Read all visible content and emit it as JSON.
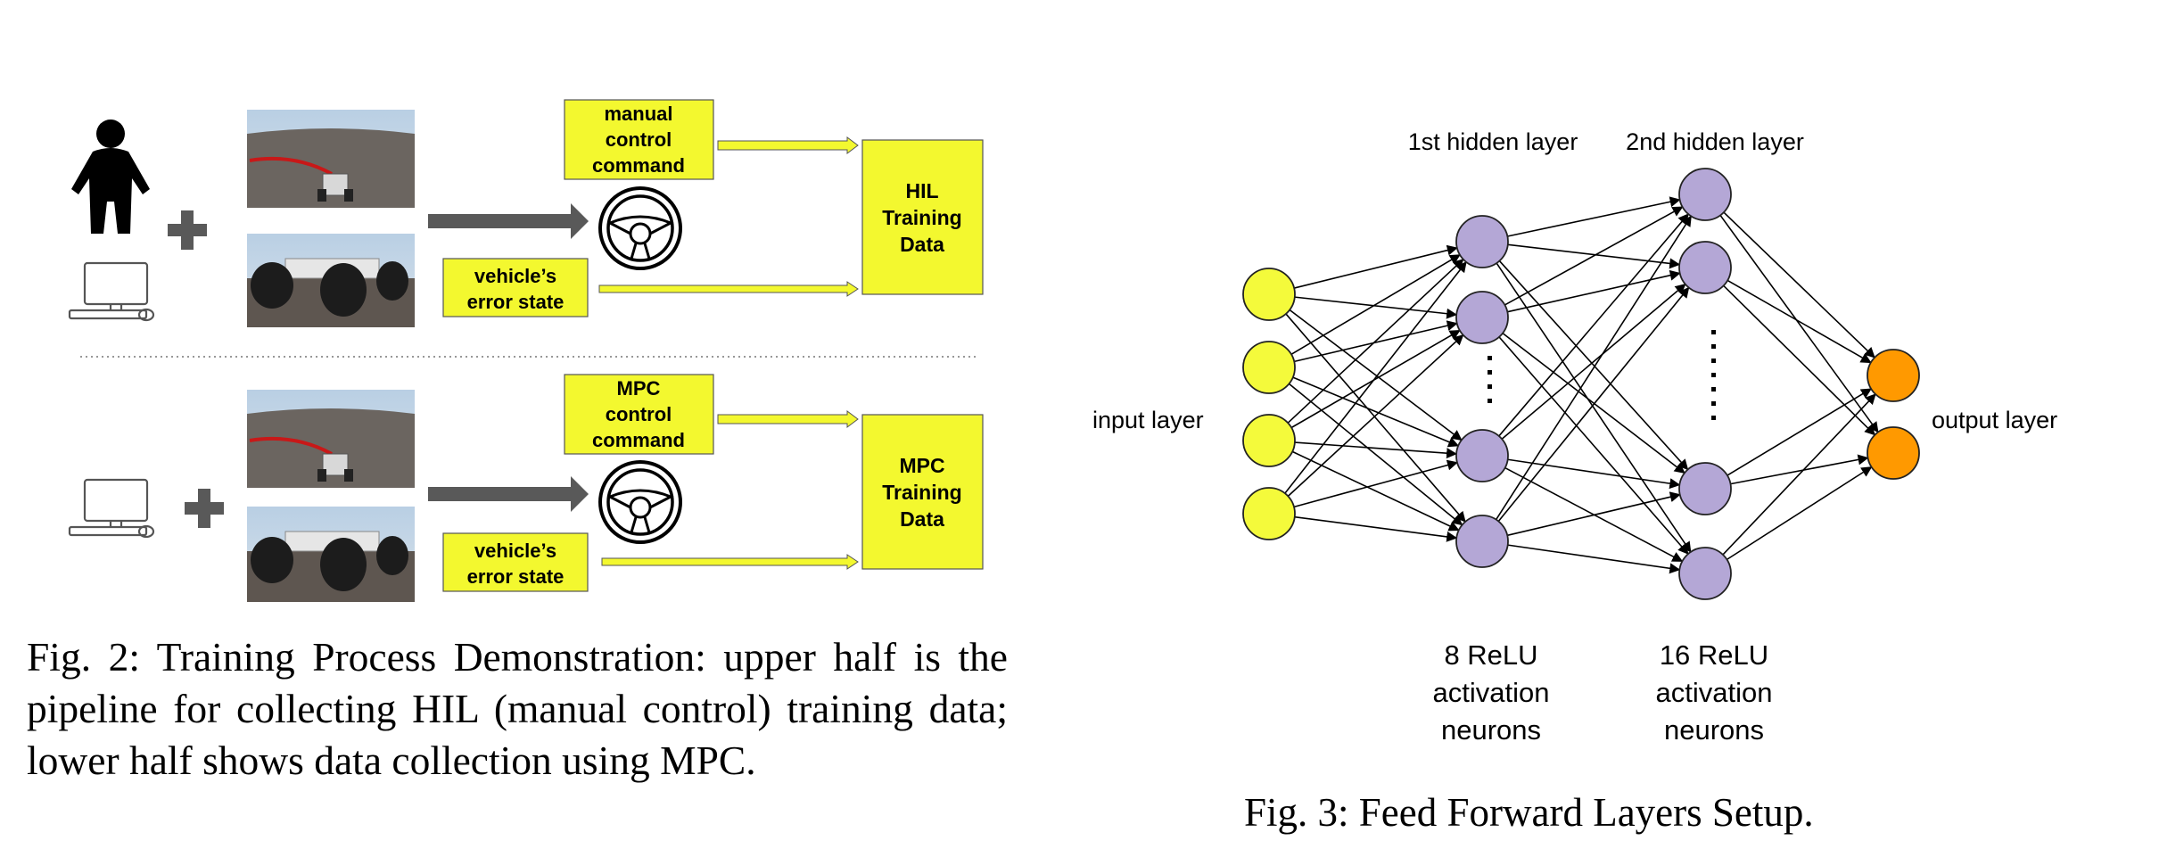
{
  "fig2": {
    "top": {
      "command_box": [
        "manual",
        "control",
        "command"
      ],
      "error_box": [
        "vehicle’s",
        "error state"
      ],
      "data_box": [
        "HIL",
        "Training",
        "Data"
      ]
    },
    "bottom": {
      "command_box": [
        "MPC",
        "control",
        "command"
      ],
      "error_box": [
        "vehicle’s",
        "error state"
      ],
      "data_box": [
        "MPC",
        "Training",
        "Data"
      ]
    },
    "icons": [
      "person-icon",
      "computer-icon",
      "plus-icon",
      "steering-wheel-icon",
      "road-view-image",
      "vehicle-image"
    ],
    "colors": {
      "box_fill": "#f3f82f",
      "arrow": "#595959"
    },
    "caption": "Fig. 2: Training Process Demonstration: upper half is the pipeline for collecting HIL (manual control) training data; lower half shows data collection using MPC."
  },
  "fig3": {
    "labels": {
      "input_layer": "input layer",
      "hidden1": "1st hidden layer",
      "hidden2": "2nd hidden layer",
      "output_layer": "output layer"
    },
    "neuron_notes": {
      "hidden1": [
        "8 ReLU",
        "activation",
        "neurons"
      ],
      "hidden2": [
        "16 ReLU",
        "activation",
        "neurons"
      ]
    },
    "colors": {
      "input": "#f4fa3b",
      "hidden": "#b4a7d6",
      "output": "#ff9900"
    },
    "caption": "Fig. 3: Feed Forward Layers Setup."
  }
}
